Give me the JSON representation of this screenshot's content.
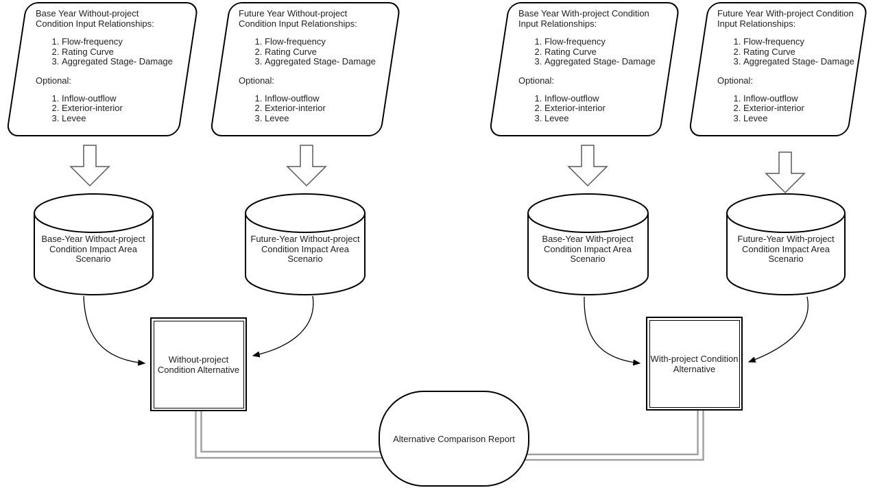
{
  "palette": {
    "shape_line": "#000000",
    "block_arrow_line": "#595959",
    "connector_gray": "#a0a0a0",
    "text": "#212121",
    "background": "#ffffff"
  },
  "input_nodes": [
    {
      "title": "Base Year Without-project Condition Input Relationships:",
      "required": [
        "Flow-frequency",
        "Rating Curve",
        "Aggregated Stage- Damage"
      ],
      "optional_label": "Optional:",
      "optional": [
        "Inflow-outflow",
        "Exterior-interior",
        "Levee"
      ]
    },
    {
      "title": "Future Year Without-project Condition Input Relationships:",
      "required": [
        "Flow-frequency",
        "Rating Curve",
        "Aggregated Stage- Damage"
      ],
      "optional_label": "Optional:",
      "optional": [
        "Inflow-outflow",
        "Exterior-interior",
        "Levee"
      ]
    },
    {
      "title": "Base Year With-project Condition Input Relationships:",
      "required": [
        "Flow-frequency",
        "Rating Curve",
        "Aggregated Stage- Damage"
      ],
      "optional_label": "Optional:",
      "optional": [
        "Inflow-outflow",
        "Exterior-interior",
        "Levee"
      ]
    },
    {
      "title": "Future Year With-project Condition Input Relationships:",
      "required": [
        "Flow-frequency",
        "Rating Curve",
        "Aggregated Stage- Damage"
      ],
      "optional_label": "Optional:",
      "optional": [
        "Inflow-outflow",
        "Exterior-interior",
        "Levee"
      ]
    }
  ],
  "scenarios": [
    {
      "label": "Base-Year Without-project Condition Impact Area Scenario"
    },
    {
      "label": "Future-Year Without-project Condition Impact Area Scenario"
    },
    {
      "label": "Base-Year With-project Condition Impact Area Scenario"
    },
    {
      "label": "Future-Year With-project Condition Impact Area Scenario"
    }
  ],
  "alternatives": [
    {
      "label": "Without-project Condition Alternative"
    },
    {
      "label": "With-project Condition Alternative"
    }
  ],
  "report": {
    "label": "Alternative Comparison Report"
  }
}
